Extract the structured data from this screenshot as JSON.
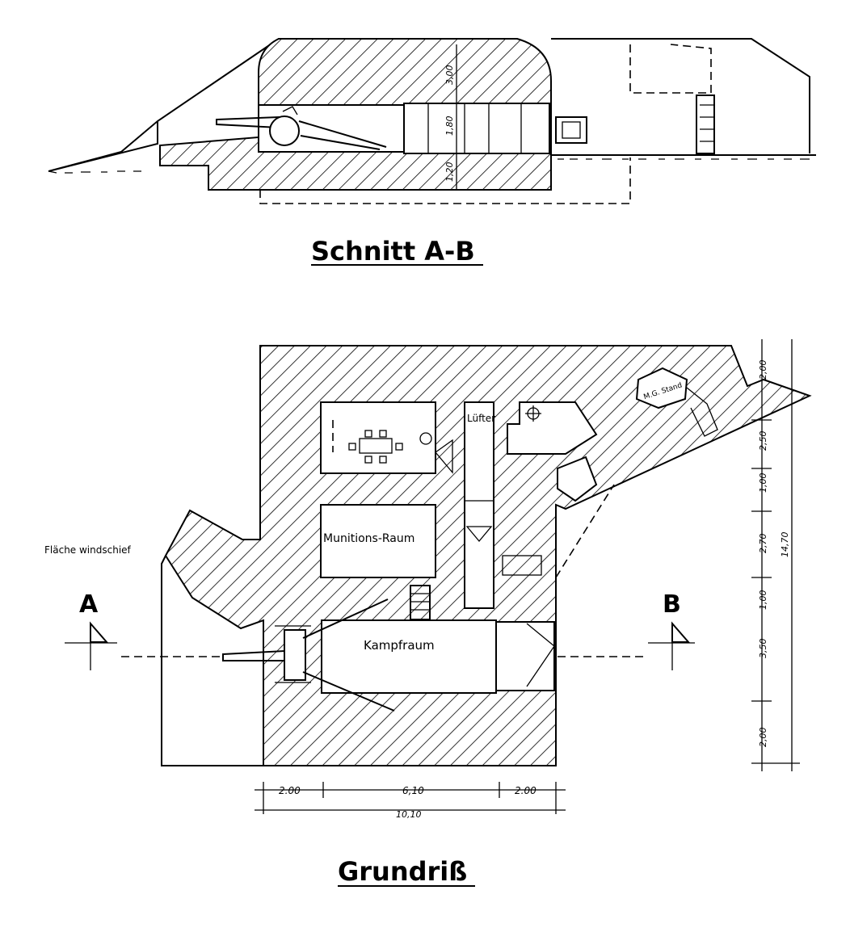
{
  "section_title": "Schnitt A-B",
  "plan_title": "Grundriß",
  "labels": {
    "surface": "Fläche windschief",
    "ammo_room": "Munitions-Raum",
    "combat_room": "Kampfraum",
    "ventilation": "Lüfter",
    "mg_stand": "M.G. Stand",
    "marker_a": "A",
    "marker_b": "B"
  },
  "section_dims": [
    "3,00",
    "1,80",
    "1,20"
  ],
  "plan_dims_bottom": [
    "2.00",
    "6,10",
    "2.00",
    "10,10"
  ],
  "plan_dims_right": [
    "2,00",
    "2,50",
    "1,00",
    "2,70",
    "1,00",
    "3,50",
    "2,00",
    "14,70"
  ]
}
